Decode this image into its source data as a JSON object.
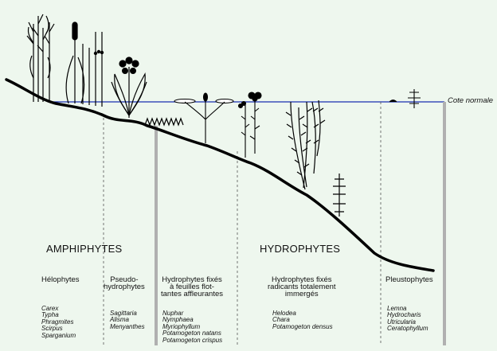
{
  "water_level_label": "Cote normale",
  "groups": [
    "AMPHIPHYTES",
    "HYDROPHYTES"
  ],
  "categories": [
    {
      "label": "Hélophytes",
      "species": [
        "Carex",
        "Typha",
        "Phragmites",
        "Scirpus",
        "Sparganium"
      ]
    },
    {
      "label": "Pseudo-\nhydrophytes",
      "species": [
        "Sagittaria",
        "Alisma",
        "Menyanthes"
      ]
    },
    {
      "label": "Hydrophytes fixés\nà feuilles flot-\ntantes affleurantes",
      "species": [
        "Nuphar",
        "Nymphaea",
        "Myriophyllum",
        "Potamogeton natans",
        "Potamogeton crispus"
      ]
    },
    {
      "label": "Hydrophytes fixés\nradicants totalement\nimmergés",
      "species": [
        "Helodea",
        "Chara",
        "Potamogeton densus"
      ]
    },
    {
      "label": "Pleustophytes",
      "species": [
        "Lemna",
        "Hydrocharis",
        "Utricularia",
        "Ceratophyllum"
      ]
    }
  ],
  "colors": {
    "water_line": "#1a2fb0",
    "ground": "#000000",
    "background": "#eef7ee",
    "post": "#b0b0b0"
  }
}
